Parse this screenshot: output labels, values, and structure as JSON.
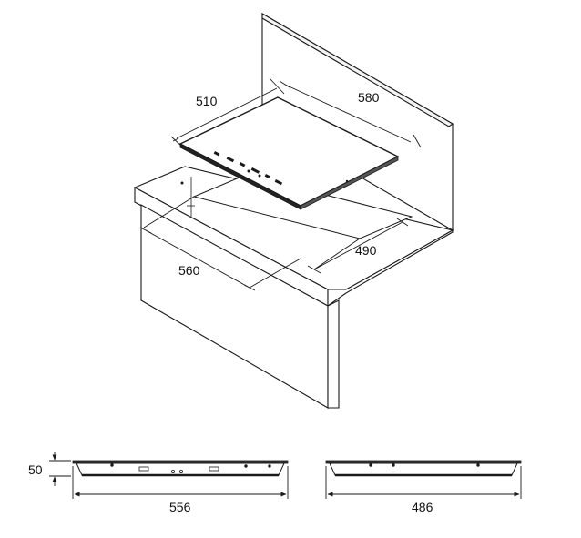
{
  "dimensions": {
    "hob_depth_top": "510",
    "hob_width_top": "580",
    "cutout_depth": "490",
    "cutout_width": "560",
    "hob_height": "50",
    "hob_front_width": "556",
    "hob_side_depth": "486"
  },
  "colors": {
    "line": "#1a1a1a",
    "counter_fill": "#ffffff",
    "hob_fill": "#ffffff"
  }
}
